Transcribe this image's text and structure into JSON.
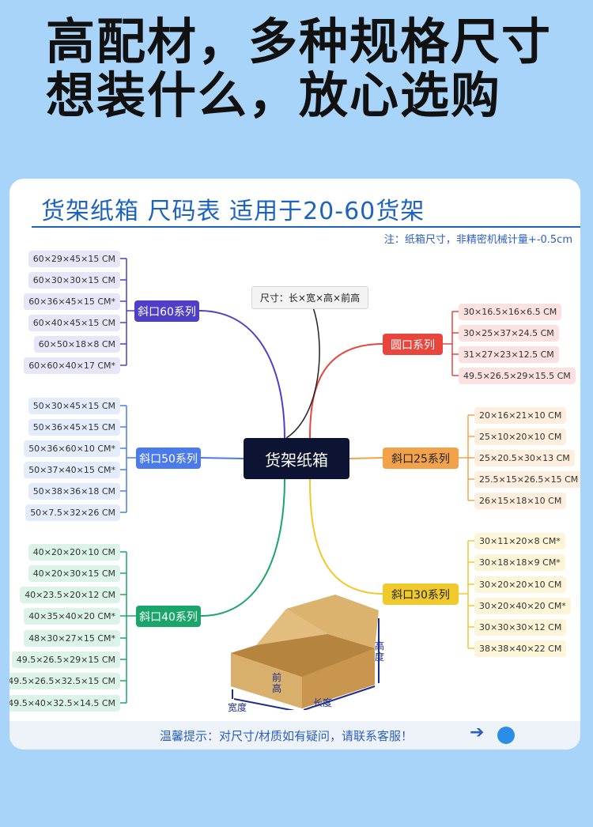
{
  "headline": {
    "line1": "高配材，多种规格尺寸",
    "line2": "想装什么，放心选购"
  },
  "card": {
    "title": "货架纸箱 尺码表 适用于20-60货架",
    "note": "注：纸箱尺寸，非精密机械计量+-0.5cm",
    "dimension_label": "尺寸：长×宽×高×前高",
    "center": "货架纸箱",
    "box_labels": {
      "height": "高度",
      "front_height": "前高",
      "width": "宽度",
      "length": "长度"
    },
    "series": [
      {
        "name": "斜口60系列",
        "color": "#4f3fc6",
        "pill_bg": "#e7e6f8",
        "sizes": [
          "60×29×45×15 CM",
          "60×30×30×15 CM",
          "60×36×45×15 CM*",
          "60×40×45×15 CM",
          "60×50×18×8 CM",
          "60×60×40×17 CM*"
        ]
      },
      {
        "name": "斜口50系列",
        "color": "#4b7be8",
        "pill_bg": "#e3ecfb",
        "sizes": [
          "50×30×45×15 CM",
          "50×36×45×15 CM",
          "50×36×60×10 CM*",
          "50×37×40×15 CM*",
          "50×38×36×18 CM",
          "50×7.5×32×26 CM"
        ]
      },
      {
        "name": "斜口40系列",
        "color": "#1aa56a",
        "pill_bg": "#dcf3e7",
        "sizes": [
          "40×20×20×10 CM",
          "40×20×30×15 CM",
          "40×23.5×20×12 CM",
          "40×35×40×20 CM*",
          "48×30×27×15 CM*",
          "49.5×26.5×29×15 CM",
          "49.5×26.5×32.5×15 CM",
          "49.5×40×32.5×14.5 CM"
        ]
      },
      {
        "name": "圆口系列",
        "color": "#e8463d",
        "pill_bg": "#fbe1df",
        "sizes": [
          "30×16.5×16×6.5 CM",
          "30×25×37×24.5 CM",
          "31×27×23×12.5 CM",
          "49.5×26.5×29×15.5 CM"
        ]
      },
      {
        "name": "斜口25系列",
        "color": "#f3a24c",
        "pill_bg": "#fdeedd",
        "sizes": [
          "20×16×21×10 CM",
          "25×10×20×10 CM",
          "25×20.5×30×13 CM",
          "25.5×15×26.5×15 CM",
          "26×15×18×10 CM"
        ]
      },
      {
        "name": "斜口30系列",
        "color": "#f0c92c",
        "pill_bg": "#fdf5d8",
        "sizes": [
          "30×11×20×8 CM*",
          "30×18×18×9 CM*",
          "30×20×20×10 CM",
          "30×20×40×20 CM*",
          "30×30×30×12 CM",
          "38×38×40×22 CM"
        ]
      }
    ],
    "footer": "温馨提示：对尺寸/材质如有疑问，请联系客服！"
  },
  "colors": {
    "title_blue": "#1c63bd",
    "background": "#a9d4fa"
  }
}
